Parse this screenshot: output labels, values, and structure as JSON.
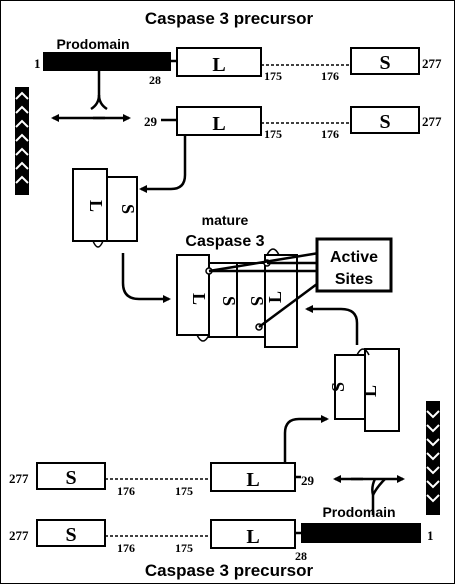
{
  "top_precursor": {
    "title": "Caspase 3 precursor",
    "prodomain_label": "Prodomain",
    "start": "1",
    "prodomain_end": "28",
    "large_label": "L",
    "large_end": "175",
    "small_start": "176",
    "small_label": "S",
    "end": "277"
  },
  "top_cleaved": {
    "start": "29",
    "large_label": "L",
    "large_end": "175",
    "small_start": "176",
    "small_label": "S",
    "end": "277"
  },
  "heterodimer_left": {
    "large_label": "L",
    "small_label": "S"
  },
  "mature": {
    "label_line1": "mature",
    "label_line2": "Caspase 3",
    "subunits": [
      "L",
      "S",
      "S",
      "L"
    ]
  },
  "active_sites": {
    "line1": "Active",
    "line2": "Sites"
  },
  "heterodimer_right": {
    "small_label": "S",
    "large_label": "L"
  },
  "bottom_cleaved": {
    "end": "277",
    "small_label": "S",
    "small_start": "176",
    "large_end": "175",
    "large_label": "L",
    "start": "29"
  },
  "bottom_precursor": {
    "title": "Caspase 3 precursor",
    "prodomain_label": "Prodomain",
    "end": "277",
    "small_label": "S",
    "small_start": "176",
    "large_end": "175",
    "large_label": "L",
    "prodomain_end": "28",
    "start": "1"
  },
  "colors": {
    "ink": "#000000",
    "paper": "#ffffff"
  },
  "icons": [
    "scissors-icon-top",
    "scissors-icon-bottom"
  ]
}
